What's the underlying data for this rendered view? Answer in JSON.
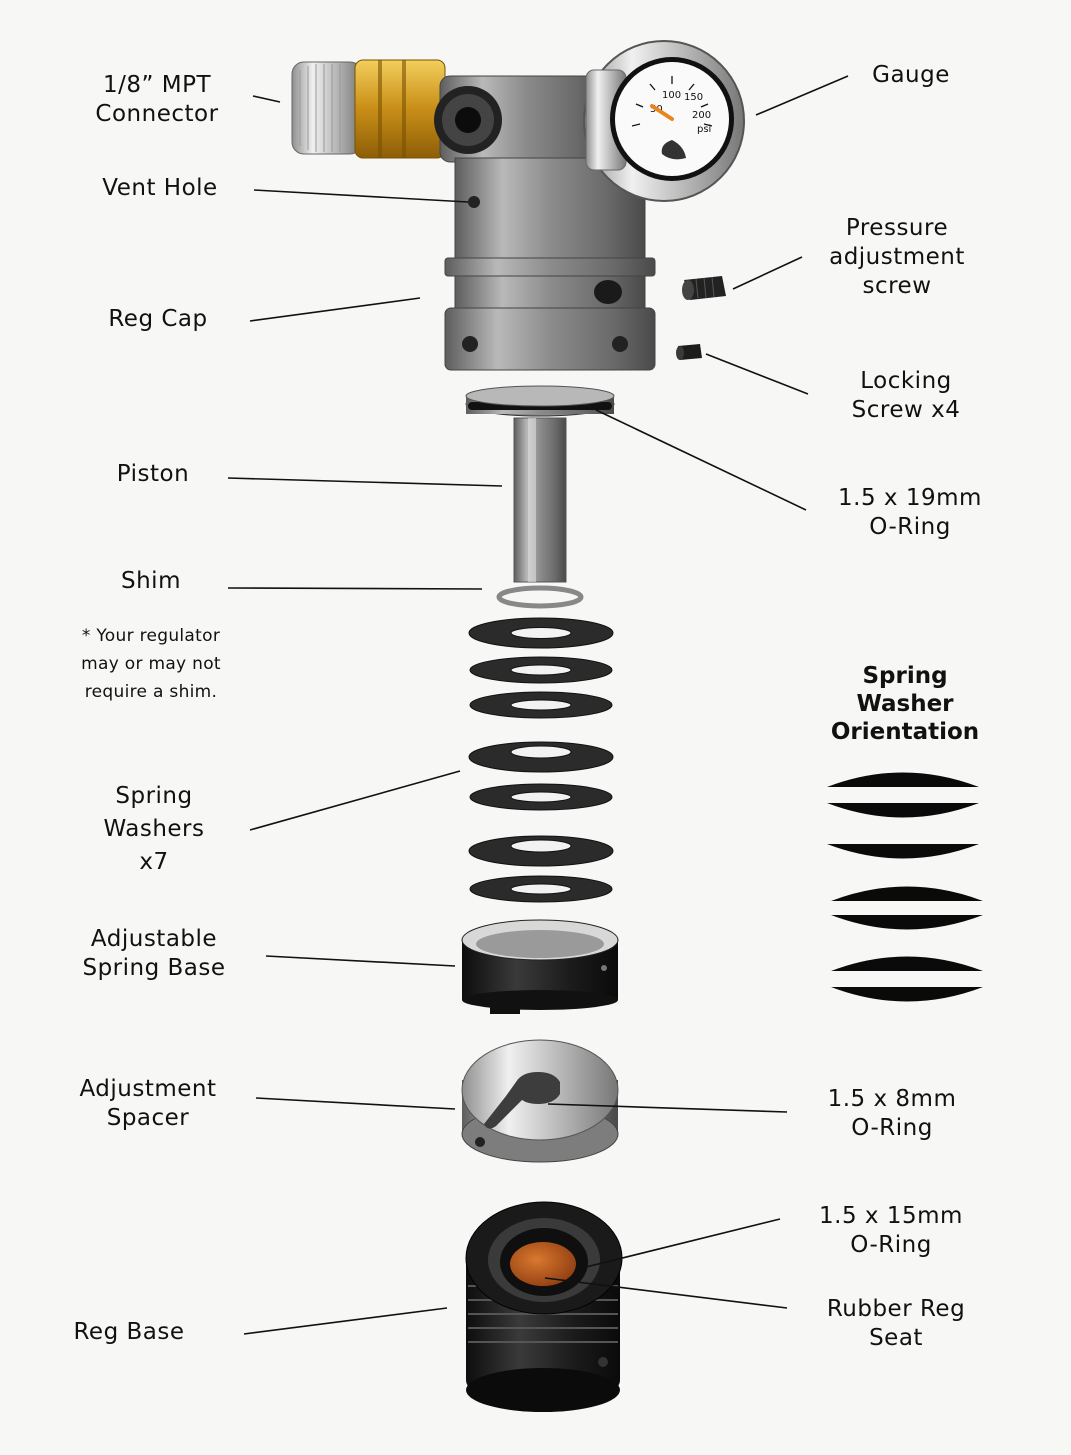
{
  "labels": {
    "connector": [
      "1/8” MPT",
      "Connector"
    ],
    "vent_hole": [
      "Vent Hole"
    ],
    "reg_cap": [
      "Reg Cap"
    ],
    "piston": [
      "Piston"
    ],
    "shim": [
      "Shim"
    ],
    "spring_washers": [
      "Spring",
      "Washers",
      "x7"
    ],
    "adjustable_spring_base": [
      "Adjustable",
      "Spring Base"
    ],
    "adjustment_spacer": [
      "Adjustment",
      "Spacer"
    ],
    "reg_base": [
      "Reg Base"
    ],
    "gauge": [
      "Gauge"
    ],
    "pressure_screw": [
      "Pressure",
      "adjustment",
      "screw"
    ],
    "locking_screw": [
      "Locking",
      "Screw x4"
    ],
    "oring_19": [
      "1.5 x 19mm",
      "O-Ring"
    ],
    "oring_8": [
      "1.5 x 8mm",
      "O-Ring"
    ],
    "oring_15": [
      "1.5 x 15mm",
      "O-Ring"
    ],
    "rubber_seat": [
      "Rubber Reg",
      "Seat"
    ]
  },
  "shim_note": [
    "* Your regulator",
    "may or may not",
    "require a shim."
  ],
  "orientation_title": [
    "Spring",
    "Washer",
    "Orientation"
  ],
  "gauge_face": {
    "ticks": [
      "50",
      "100",
      "150",
      "200"
    ],
    "unit": "psi"
  },
  "colors": {
    "background": "#f7f7f5",
    "steel": "#8a8a8a",
    "brass": "#d9a72a",
    "anodized_black": "#1c1c1c",
    "rubber_seat": "#b5561f"
  }
}
